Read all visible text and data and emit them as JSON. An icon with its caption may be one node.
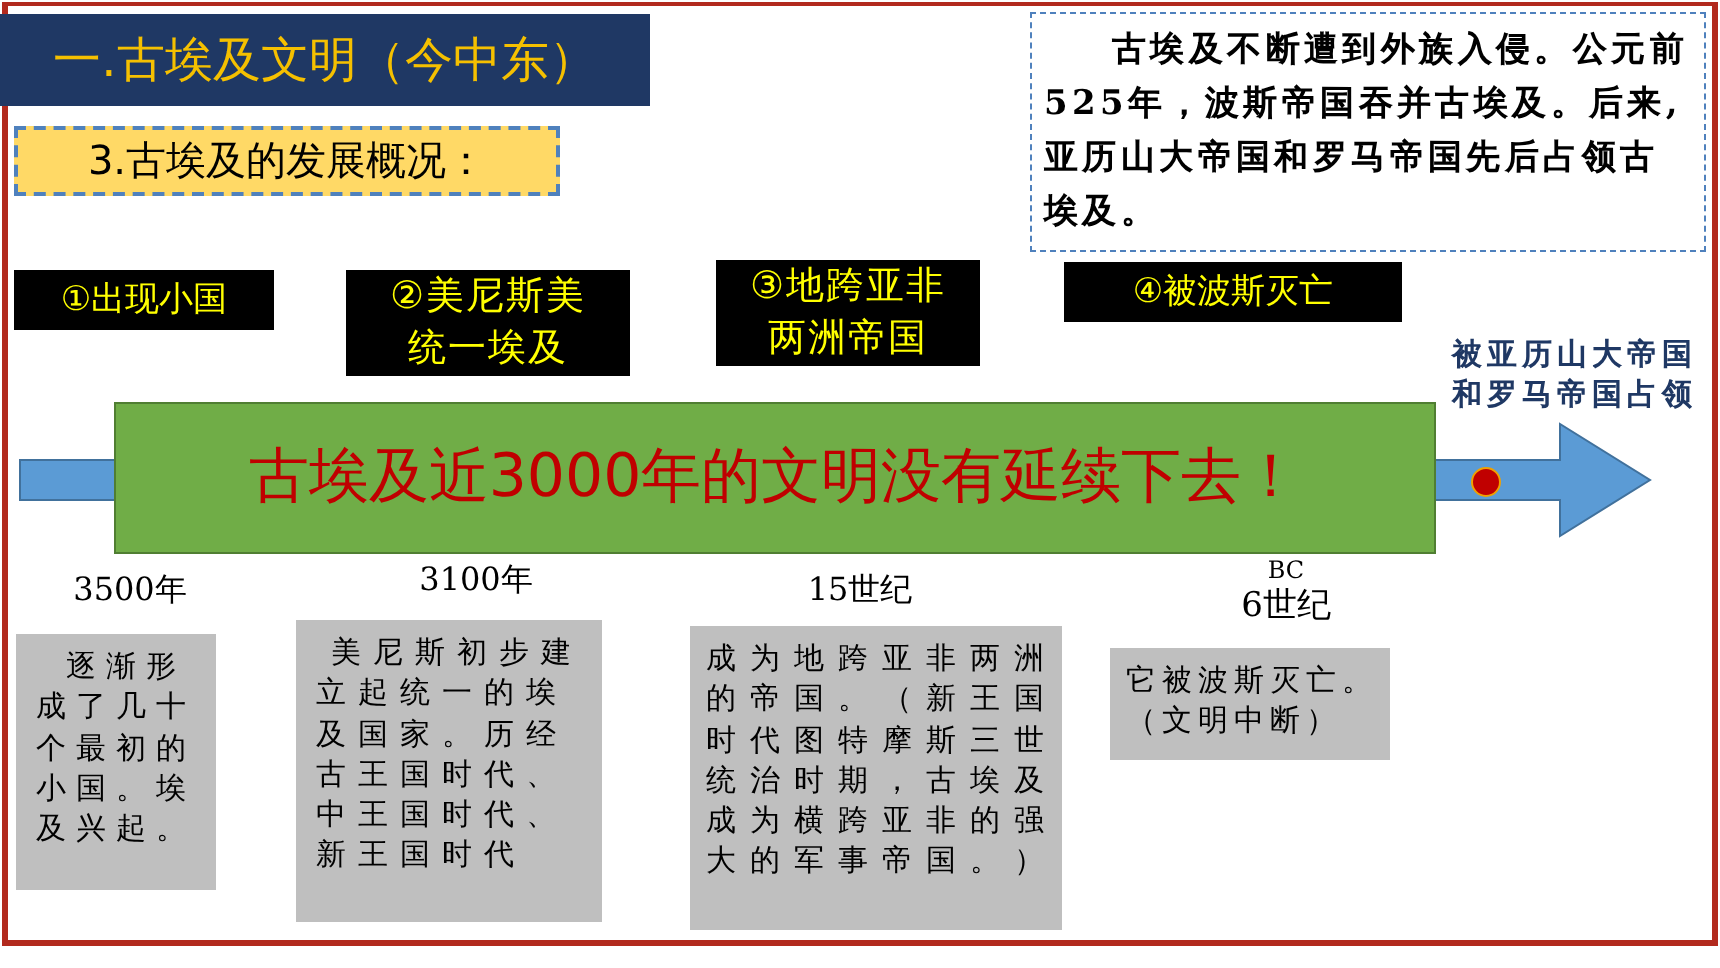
{
  "diagram": {
    "nodes": [
      {
        "text": [
          "一.古埃及文明（今中东）"
        ]
      },
      {
        "text": [
          "3.古埃及的发展概况："
        ]
      },
      {
        "text": [
          "古埃及不断遭到外族入侵。公元前525年，波斯帝国吞并古埃及。后来,亚历山大帝国和罗马帝国先后占领古埃及。"
        ]
      },
      {
        "text": [
          "①出现小国"
        ]
      },
      {
        "text": [
          "②美尼斯美统一埃及"
        ]
      },
      {
        "text": [
          "③地跨亚非两洲帝国"
        ]
      },
      {
        "text": [
          "④被波斯灭亡"
        ]
      },
      {
        "text": [
          "被亚历山大帝国和罗马帝国占领"
        ]
      },
      {
        "text": [
          "古埃及近3000年的文明没有延续下去！"
        ]
      },
      {
        "text": [
          "逐渐形成了几十个最初的小国。埃及兴起。"
        ]
      },
      {
        "text": [
          "美尼斯初步建立起统一的埃及国家。历经古王国时代、中王国时代、新王国时代"
        ]
      },
      {
        "text": [
          "成为地跨亚非两洲的帝国。（新王国时代图特摩斯三世统治时期，古埃及成为横跨亚非的强大的军事帝国。）"
        ]
      },
      {
        "text": [
          "它被波斯灭亡。（文明中断）"
        ]
      }
    ],
    "labels": [
      "3500年",
      "3100年",
      "15世纪",
      "BC",
      "6世纪"
    ]
  }
}
